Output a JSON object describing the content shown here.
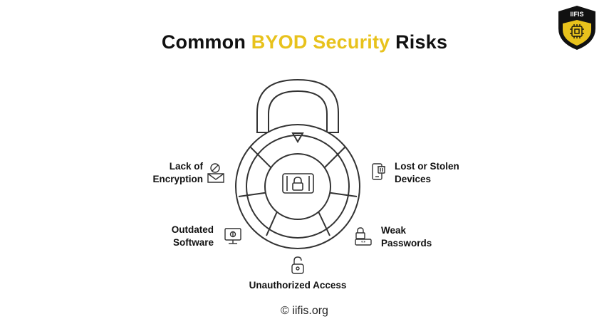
{
  "title": {
    "prefix": "Common",
    "highlight": "BYOD Security",
    "suffix": "Risks"
  },
  "logo": {
    "text": "IIFIS",
    "icon": "chip-shield-icon"
  },
  "colors": {
    "accent": "#e8c21c",
    "ink": "#333333",
    "logo_dark": "#111111"
  },
  "risks": [
    {
      "id": "lack-of-encryption",
      "lines": [
        "Lack of",
        "Encryption"
      ],
      "icon": "envelope-blocked-icon"
    },
    {
      "id": "lost-or-stolen-devices",
      "lines": [
        "Lost or Stolen",
        "Devices"
      ],
      "icon": "phone-trash-icon"
    },
    {
      "id": "outdated-software",
      "lines": [
        "Outdated",
        "Software"
      ],
      "icon": "monitor-bug-icon"
    },
    {
      "id": "weak-passwords",
      "lines": [
        "Weak",
        "Passwords"
      ],
      "icon": "lock-password-icon"
    },
    {
      "id": "unauthorized-access",
      "lines": [
        "Unauthorized Access"
      ],
      "icon": "open-padlock-icon"
    }
  ],
  "center_icon": "phone-lock-icon",
  "footer": "© iifis.org"
}
